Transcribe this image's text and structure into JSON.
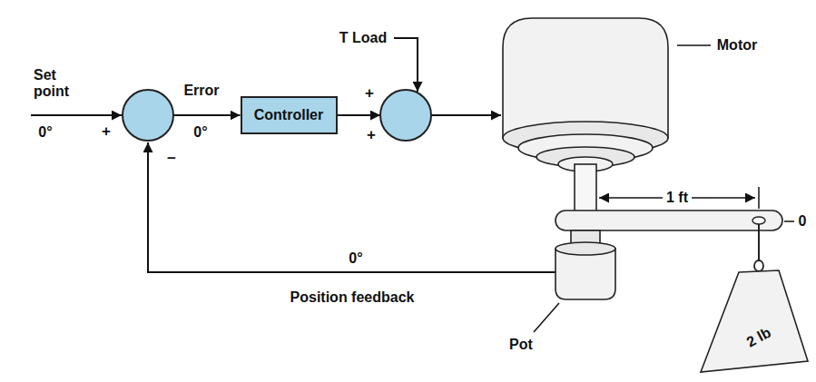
{
  "diagram": {
    "nodes": [
      {
        "text": [
          "+",
          "−"
        ]
      },
      {
        "text": [
          "Controller"
        ]
      },
      {
        "text": [
          "+",
          "+"
        ]
      }
    ],
    "edges": [
      {
        "from": 0,
        "to": 1,
        "arrow": "to",
        "label": "Error"
      },
      {
        "from": 1,
        "to": 2,
        "arrow": "to"
      }
    ],
    "labels": [
      "Set point",
      "0°",
      "0°",
      "T Load",
      "Motor",
      "1 ft",
      "0",
      "0°",
      "Position feedback",
      "Pot",
      "2 lb"
    ]
  }
}
